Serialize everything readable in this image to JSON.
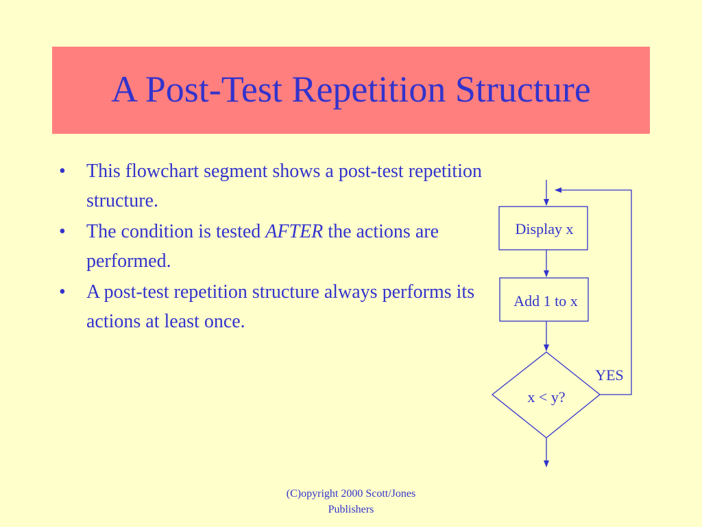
{
  "slide": {
    "title": "A Post-Test Repetition Structure",
    "bullets": [
      {
        "pre": "This flowchart segment shows a post-test repetition structure.",
        "em": "",
        "post": ""
      },
      {
        "pre": "The condition is tested ",
        "em": "AFTER",
        "post": " the actions are performed."
      },
      {
        "pre": "A post-test repetition structure always performs its actions at least once.",
        "em": "",
        "post": ""
      }
    ],
    "bullet_symbol": "•",
    "footer_line1": "(C)opyright 2000 Scott/Jones",
    "footer_line2": "Publishers"
  },
  "flowchart": {
    "box1_label": "Display x",
    "box2_label": "Add 1 to x",
    "decision_label": "x < y?",
    "loop_label": "YES"
  },
  "colors": {
    "background": "#ffffcc",
    "title_bar": "#ff7f7f",
    "text": "#3333cc",
    "line": "#3333cc"
  }
}
